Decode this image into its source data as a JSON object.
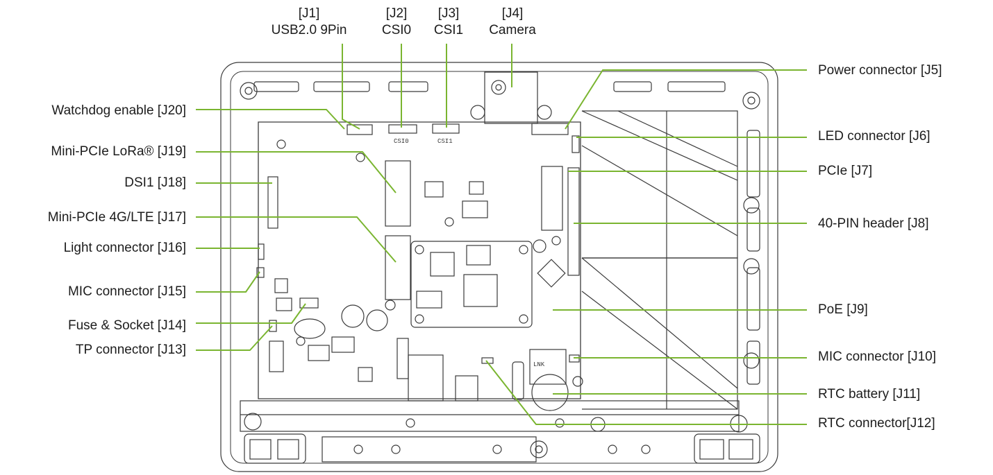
{
  "top_labels": [
    {
      "ref": "[J1]",
      "name": "USB2.0 9Pin"
    },
    {
      "ref": "[J2]",
      "name": "CSI0"
    },
    {
      "ref": "[J3]",
      "name": "CSI1"
    },
    {
      "ref": "[J4]",
      "name": "Camera"
    }
  ],
  "left_labels": [
    "Watchdog enable [J20]",
    "Mini-PCIe LoRa® [J19]",
    "DSI1 [J18]",
    "Mini-PCIe 4G/LTE [J17]",
    "Light connector [J16]",
    "MIC connector [J15]",
    "Fuse & Socket [J14]",
    "TP connector [J13]"
  ],
  "right_labels": [
    "Power connector [J5]",
    "LED connector [J6]",
    "PCIe [J7]",
    "40-PIN header [J8]",
    "PoE [J9]",
    "MIC connector [J10]",
    "RTC battery [J11]",
    "RTC connector[J12]"
  ],
  "board_silkscreen": {
    "csi0": "CSI0",
    "csi1": "CSI1",
    "lnk": "LNK"
  },
  "colors": {
    "leader": "#7ab530",
    "outline": "#3a3a3a",
    "text": "#1c1c1c"
  }
}
